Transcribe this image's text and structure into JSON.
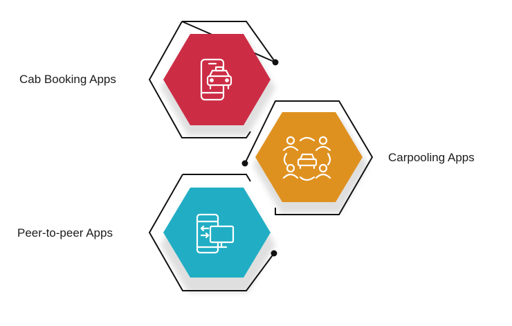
{
  "items": [
    {
      "label": "Cab Booking Apps",
      "color": "#cc2d45",
      "icon": "phone-taxi-icon"
    },
    {
      "label": "Carpooling Apps",
      "color": "#df9120",
      "icon": "carpool-people-car-icon"
    },
    {
      "label": "Peer-to-peer Apps",
      "color": "#21aec4",
      "icon": "phone-monitor-exchange-icon"
    }
  ],
  "colors": {
    "outline": "#111111",
    "shadow": "#e6e6e6",
    "icon_stroke": "#ffffff"
  }
}
